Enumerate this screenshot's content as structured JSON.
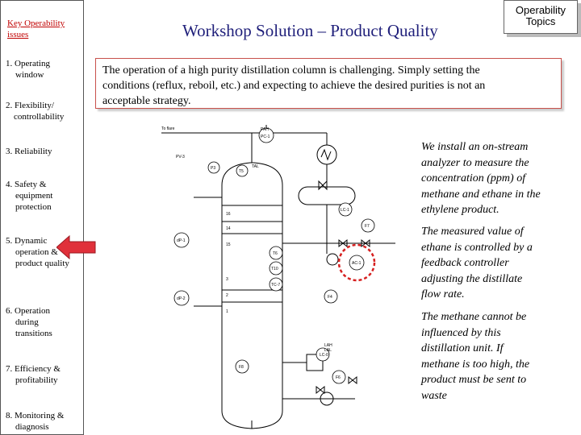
{
  "sidebar": {
    "title": "Key Operability issues",
    "items": [
      {
        "num": "1. Operating",
        "rest": "window"
      },
      {
        "num": "2. Flexibility/",
        "rest": "controllability"
      },
      {
        "num": "3. Reliability",
        "rest": ""
      },
      {
        "num": "4. Safety &",
        "rest": "equipment protection"
      },
      {
        "num": "5. Dynamic",
        "rest": "operation & product quality"
      },
      {
        "num": "6. Operation",
        "rest": "during transitions"
      },
      {
        "num": "7. Efficiency &",
        "rest": "profitability"
      },
      {
        "num": "8. Monitoring &",
        "rest": "diagnosis"
      }
    ],
    "active_item": 5,
    "arrow_color": "#e0303a"
  },
  "title": "Workshop Solution – Product Quality",
  "topics_button": {
    "line1": "Operability",
    "line2": "Topics"
  },
  "intro": {
    "line1": "The operation of a high purity distillation column is challenging.  Simply setting the",
    "line2": "conditions (reflux, reboil, etc.) and expecting to achieve the desired purities is not an",
    "line3": "acceptable strategy."
  },
  "paragraphs": {
    "p1": [
      "We install an on-stream",
      "analyzer to measure the",
      "concentration (ppm) of",
      "methane and ethane in the",
      "ethylene product."
    ],
    "p2": [
      "The measured value of",
      "ethane is controlled by a",
      "feedback controller",
      "adjusting the distillate",
      "flow rate."
    ],
    "p3": [
      "The methane cannot be",
      "influenced by this",
      "distillation unit.  If",
      "methane is too high, the",
      "product must be sent to",
      "waste"
    ]
  },
  "diagram": {
    "to_flare": "To flare",
    "pah": "PAH",
    "pc1": "PC-1",
    "pv3": "PV-3",
    "p3": "P3",
    "t5": "T5",
    "tal": "TAL",
    "lc1": "LC-1",
    "f7": "F7",
    "ac1": "AC-1",
    "f4": "F4",
    "dp1": "dP-1",
    "dp2": "dP-2",
    "t6": "T6",
    "t10": "T10",
    "tc7": "TC-7",
    "f6": "F6",
    "f8": "F8",
    "lc0": "LC-0",
    "lah": "LAH",
    "lal": "LAL",
    "tray16": "16",
    "tray14": "14",
    "tray15": "15",
    "tray3": "3",
    "tray2": "2",
    "tray1": "1",
    "highlight_color": "#d62020"
  }
}
